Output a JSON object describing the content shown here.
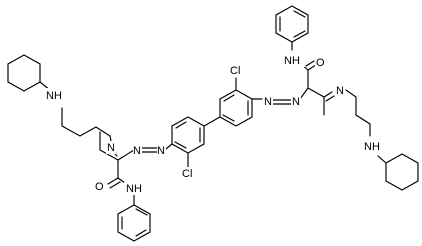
{
  "labels": {
    "nh_cyclohexyl_left": "NH",
    "nh_cyclohexyl_right": "NH",
    "n_imine_left": "N",
    "n_imine_right": "N",
    "n_azo_left_1": "N",
    "n_azo_left_2": "N",
    "n_azo_right_1": "N",
    "n_azo_right_2": "N",
    "o_amide_left": "O",
    "o_amide_right": "O",
    "nh_amide_left": "NH",
    "nh_amide_right": "NH",
    "cl_left": "Cl",
    "cl_top": "Cl"
  },
  "colors": {
    "ink": "#000000",
    "background": "#ffffff"
  }
}
